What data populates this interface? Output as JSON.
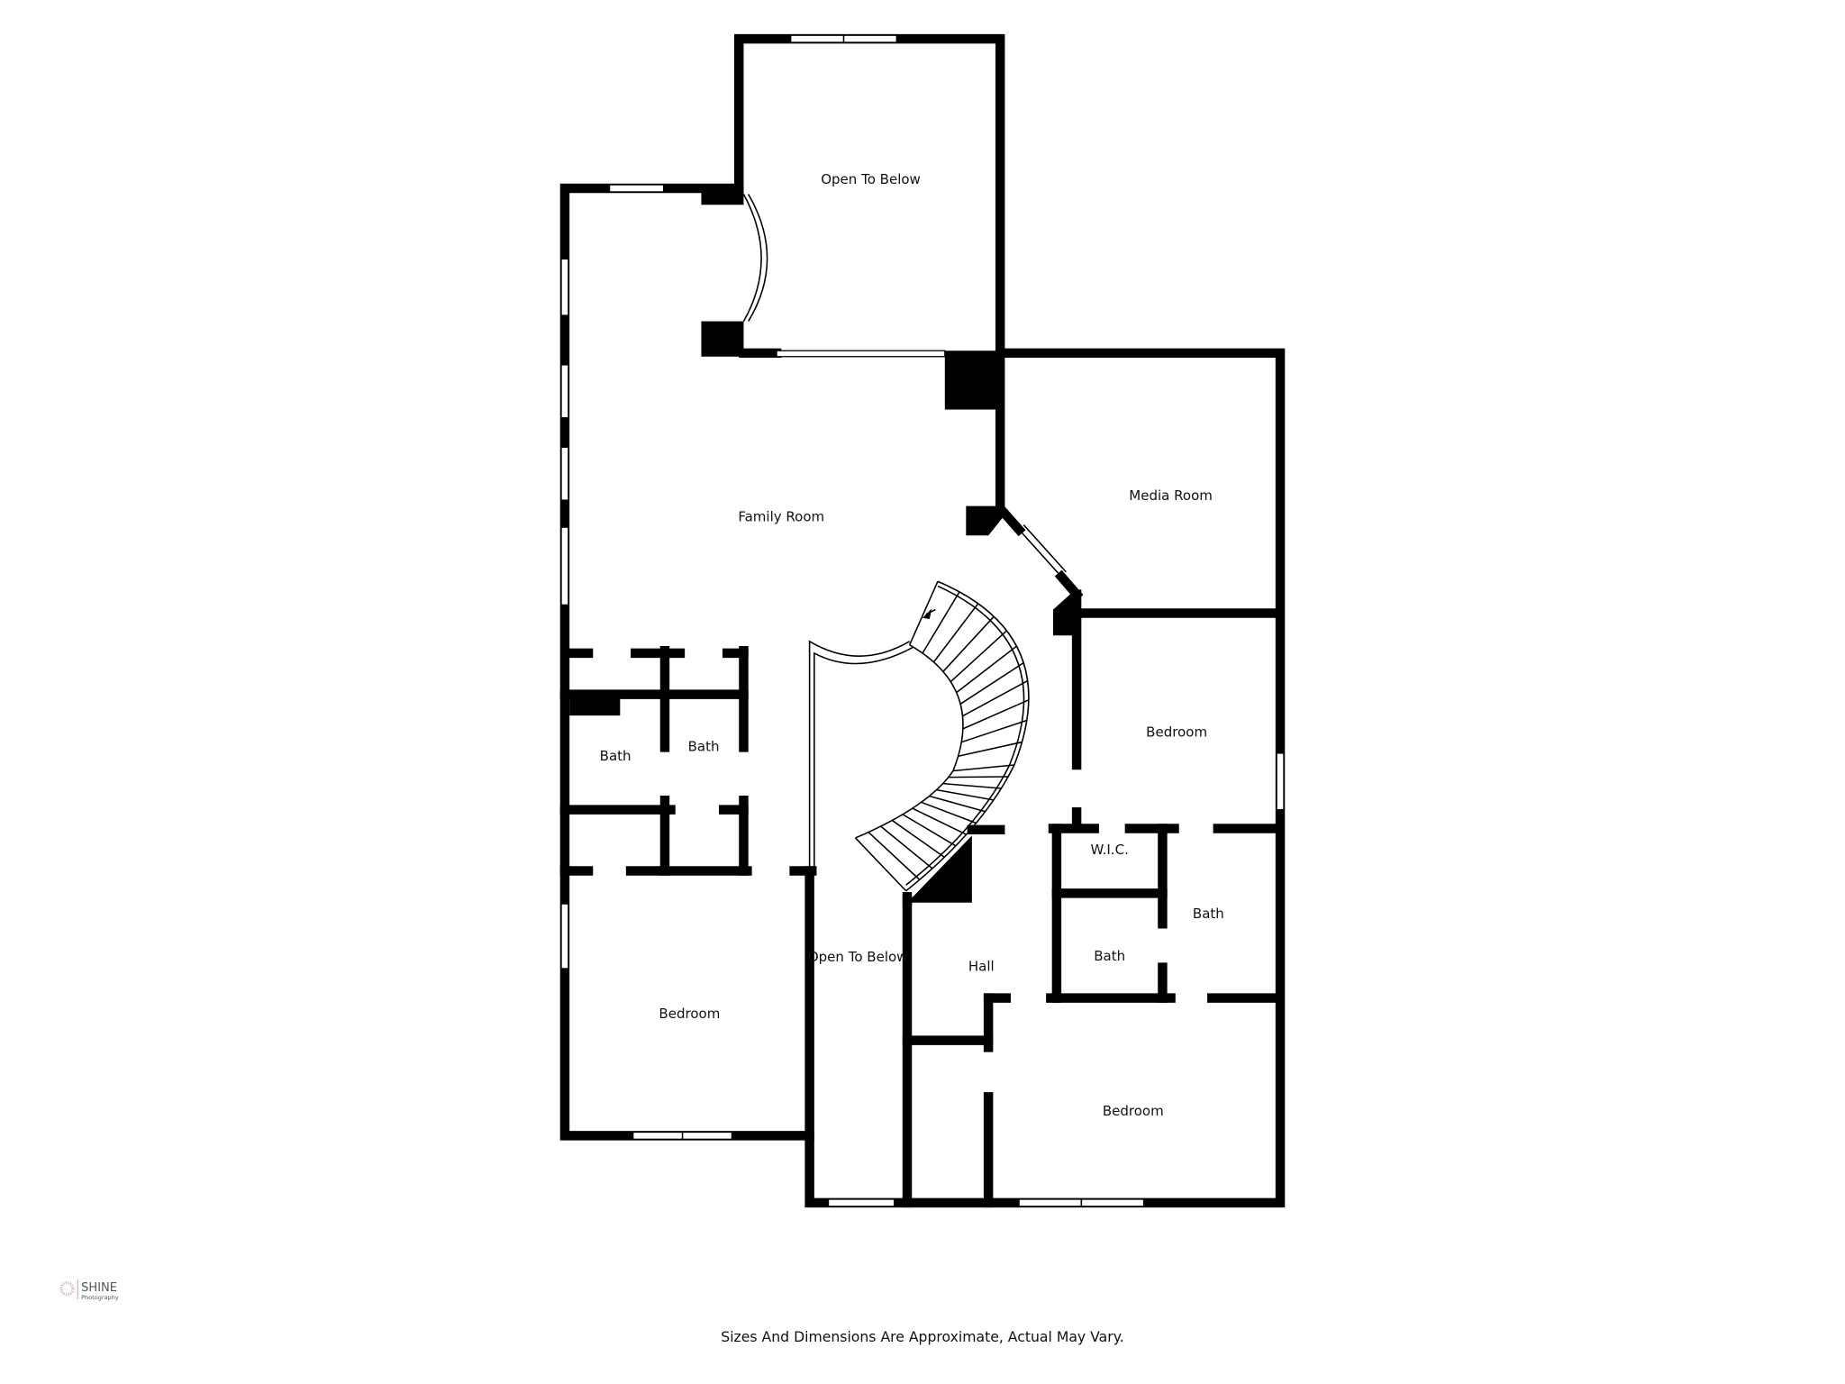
{
  "rooms": {
    "open_to_below_top": "Open To Below",
    "family_room": "Family Room",
    "media_room": "Media Room",
    "bedroom_right_upper": "Bedroom",
    "bath_left_1": "Bath",
    "bath_left_2": "Bath",
    "wic": "W.I.C.",
    "bath_right_1": "Bath",
    "bath_right_2": "Bath",
    "open_to_below_middle": "Open To Below",
    "hall": "Hall",
    "bedroom_left": "Bedroom",
    "bedroom_bottom_right": "Bedroom"
  },
  "footer": "Sizes And Dimensions Are Approximate, Actual May Vary.",
  "logo": {
    "name": "SHINE",
    "sub": "Photography",
    "accent": "#e0b8c0"
  }
}
